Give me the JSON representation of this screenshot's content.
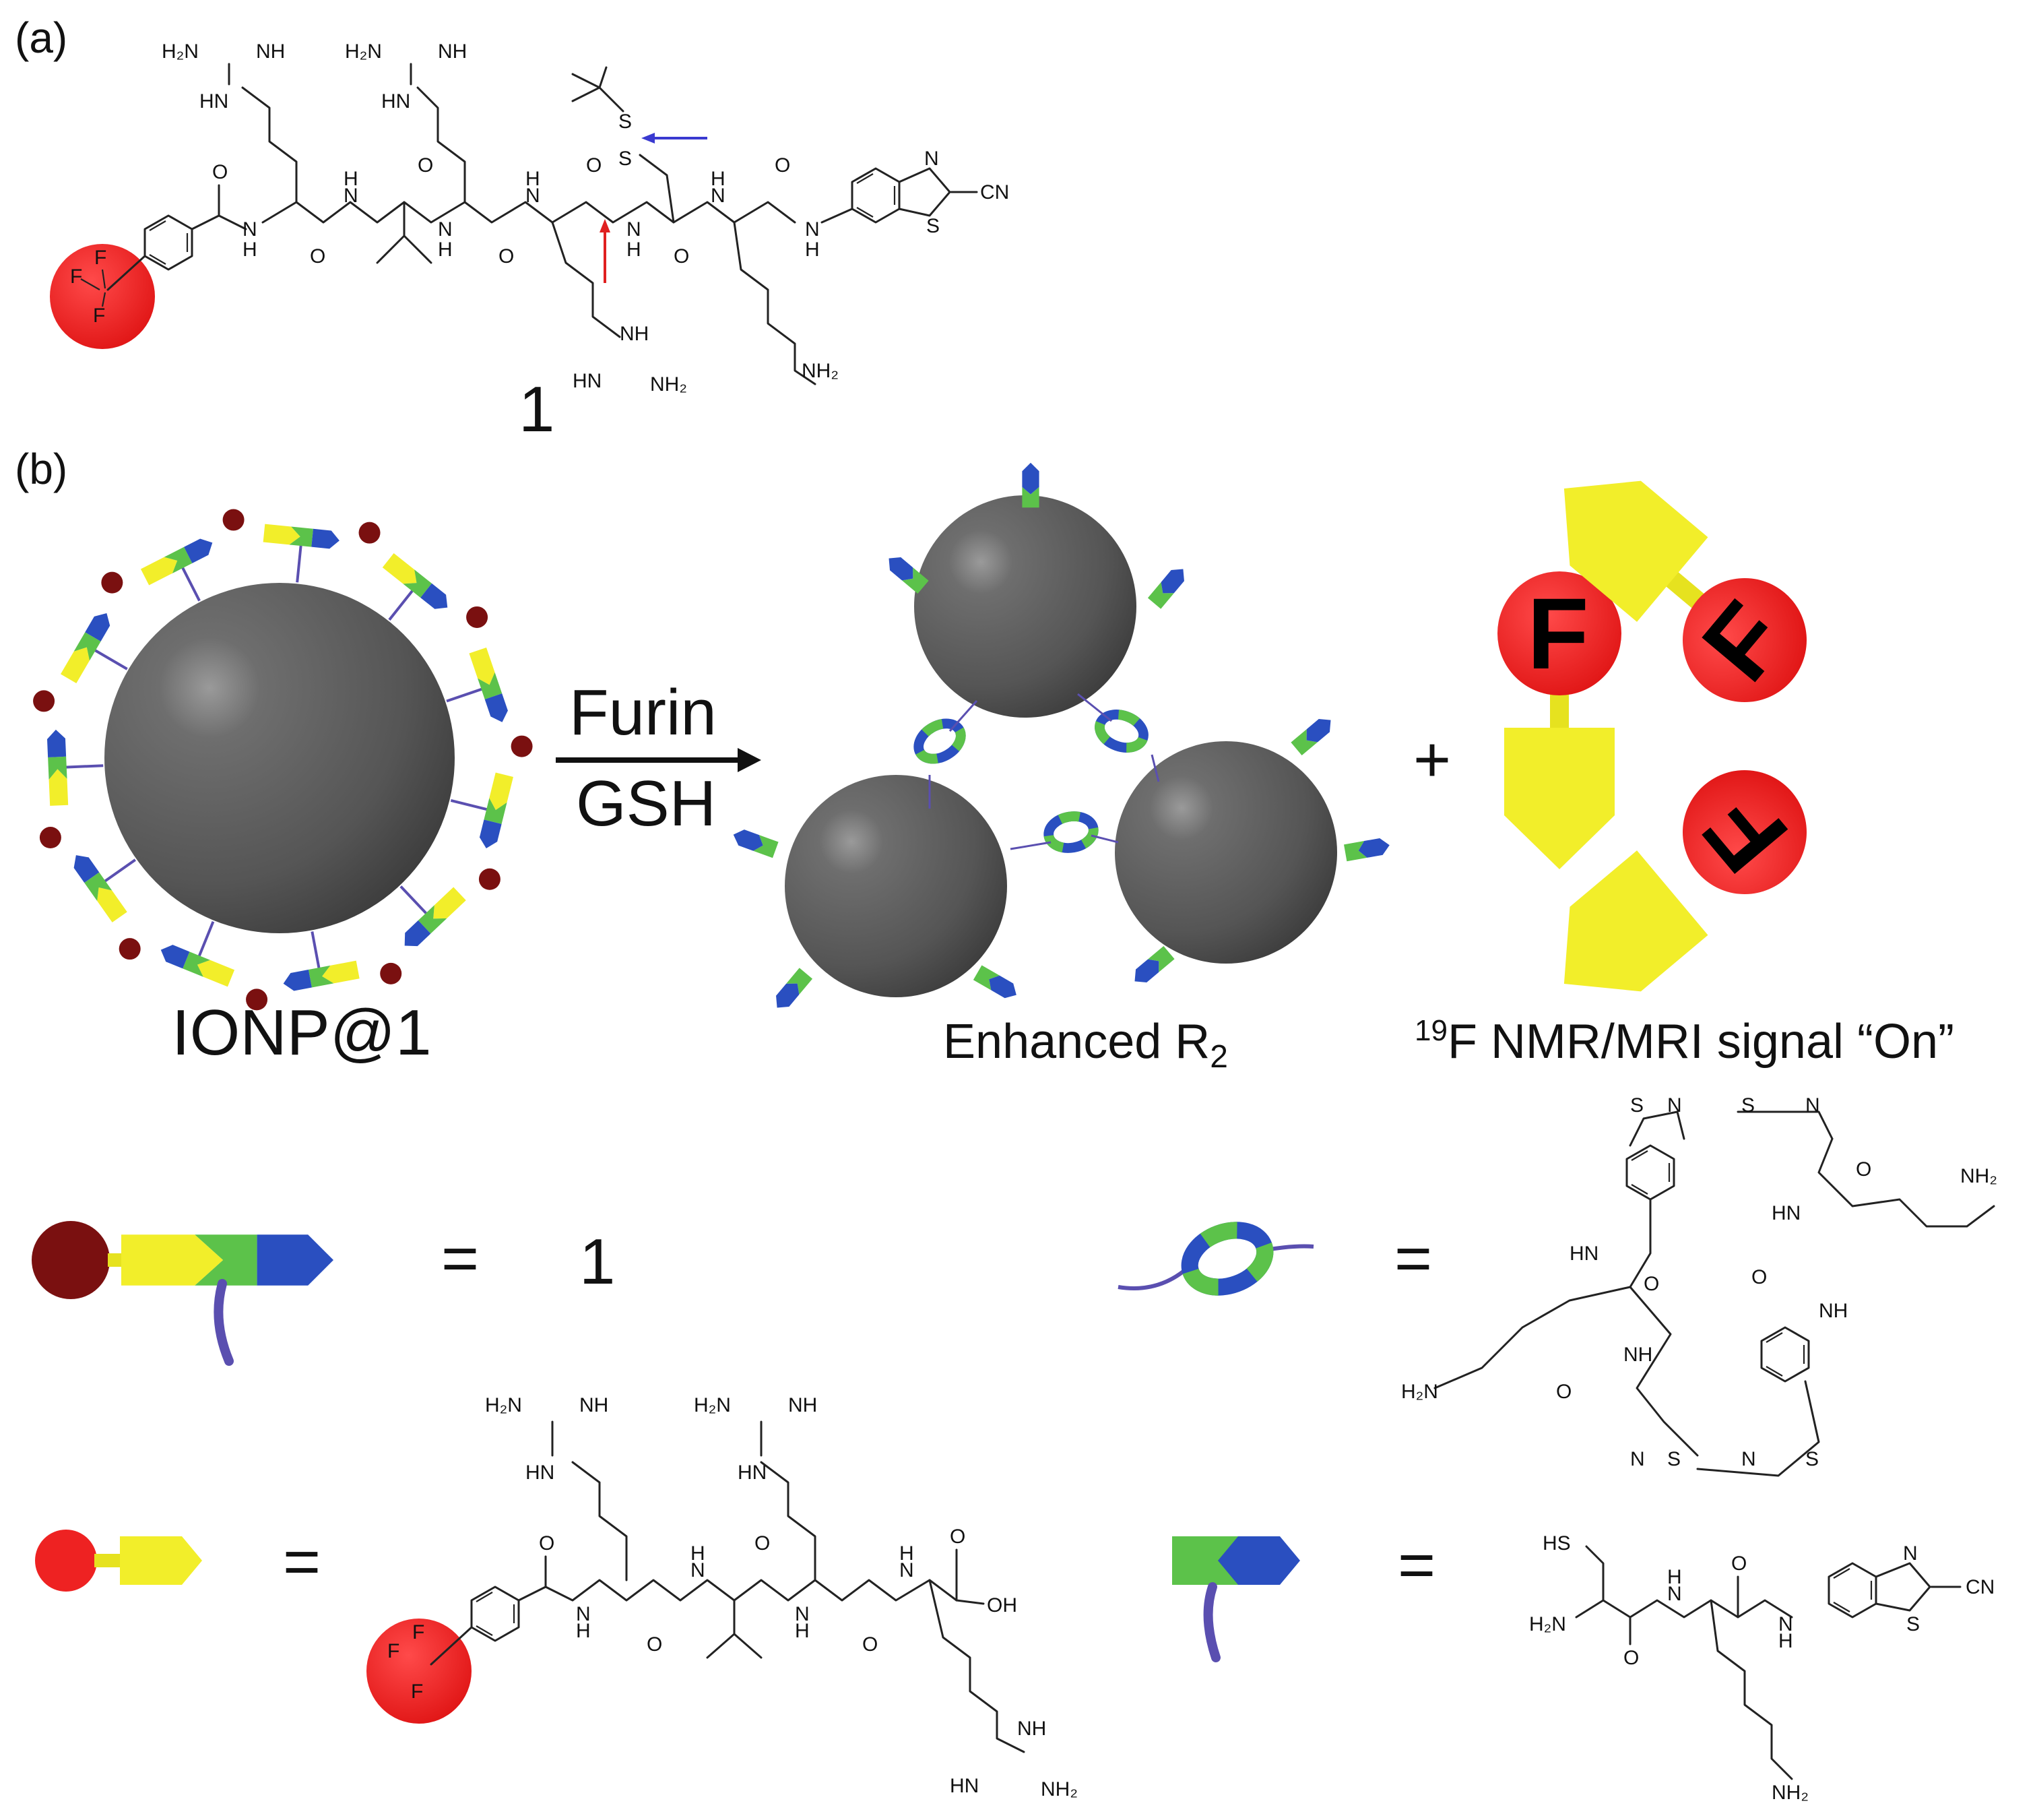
{
  "panels": {
    "a": "(a)",
    "b": "(b)"
  },
  "compound_number": "1",
  "arrow": {
    "top": "Furin",
    "bottom": "GSH"
  },
  "captions": {
    "ionp": "IONP@1",
    "enhanced": "Enhanced R",
    "enhanced_sub": "2",
    "signal_sup": "19",
    "signal": "F NMR/MRI signal “On”"
  },
  "plus": "+",
  "fluorine_symbol": "F",
  "legend": {
    "equals": "=",
    "item1": "1"
  },
  "chem_labels": {
    "H2N": "H₂N",
    "NH": "NH",
    "HN": "HN",
    "NH2": "NH₂",
    "O": "O",
    "N": "N",
    "H": "H",
    "S": "S",
    "CN": "CN",
    "F": "F",
    "OH": "OH",
    "SH": "HS"
  },
  "colors": {
    "red": "#ee2222",
    "yellow": "#f2ee2a",
    "green": "#5cc24a",
    "blue": "#2a4fc0",
    "darkred": "#7a1010",
    "sphere": "#5a5a5a",
    "linker": "#5a4fb0"
  }
}
